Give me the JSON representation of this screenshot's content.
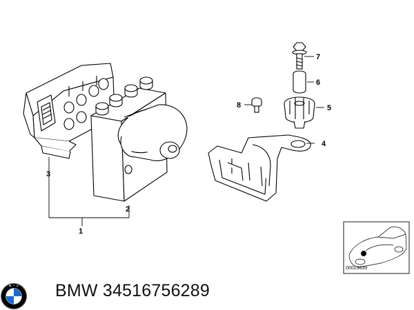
{
  "callouts": [
    "1",
    "2",
    "3",
    "4",
    "5",
    "6",
    "7",
    "8"
  ],
  "inset": {
    "code": "00023639"
  },
  "caption": {
    "brand": "BMW",
    "part_number": "34516756289",
    "text": "BMW 34516756289"
  },
  "logo": {
    "name": "bmw-roundel-logo",
    "colors": {
      "blue": "#1c69d4",
      "black": "#000000",
      "white": "#ffffff"
    }
  },
  "colors": {
    "line": "#000000",
    "background": "#ffffff"
  }
}
